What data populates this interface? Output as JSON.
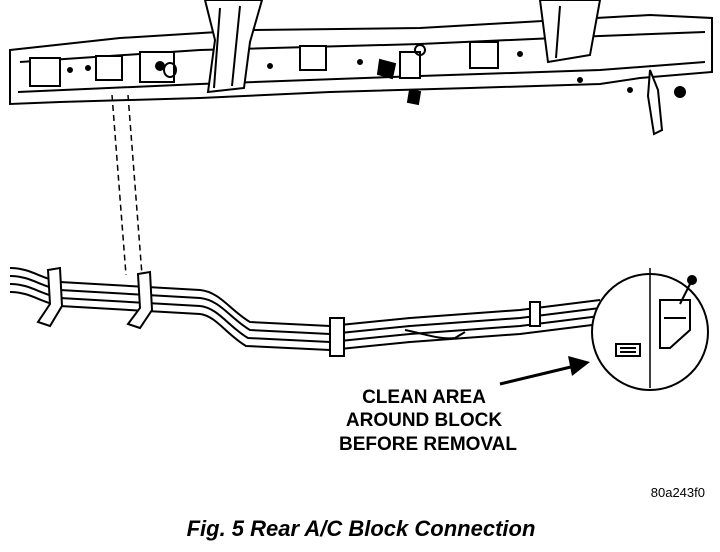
{
  "callout": {
    "lines": [
      "CLEAN AREA",
      "AROUND BLOCK",
      "BEFORE REMOVAL"
    ]
  },
  "reference_code": "80a243f0",
  "caption": "Fig. 5 Rear A/C Block Connection",
  "colors": {
    "ink": "#000000",
    "paper": "#ffffff"
  }
}
